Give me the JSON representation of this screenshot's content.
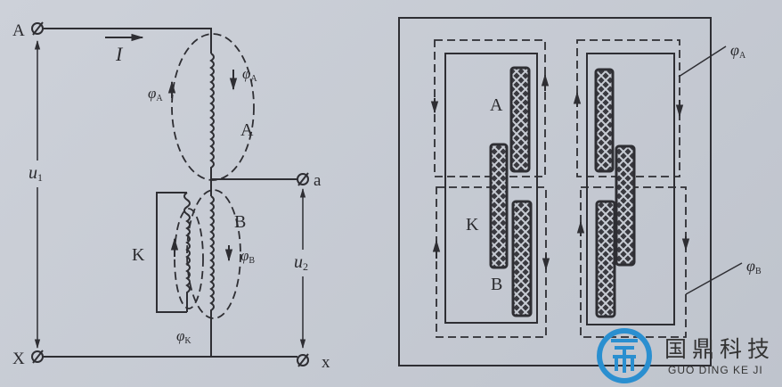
{
  "circuit": {
    "terminal_A": "A",
    "terminal_X": "X",
    "terminal_a": "a",
    "terminal_x": "x",
    "current": "I",
    "u1": "u",
    "u1_sub": "1",
    "u2": "u",
    "u2_sub": "2",
    "winding_A": "A",
    "winding_B": "B",
    "winding_K": "K",
    "phi_A_left": "φ",
    "phi_A_right": "φ",
    "phi_B": "φ",
    "phi_K": "φ",
    "sub_A": "A",
    "sub_B": "B",
    "sub_K": "K"
  },
  "core": {
    "label_A": "A",
    "label_K": "K",
    "label_B": "B",
    "phi_A": "φ",
    "phi_A_sub": "A",
    "phi_B": "φ",
    "phi_B_sub": "B"
  },
  "watermark": {
    "name_cn": "国鼎科技",
    "name_en": "GUO DING KE JI",
    "color": "#2a8fd0"
  }
}
